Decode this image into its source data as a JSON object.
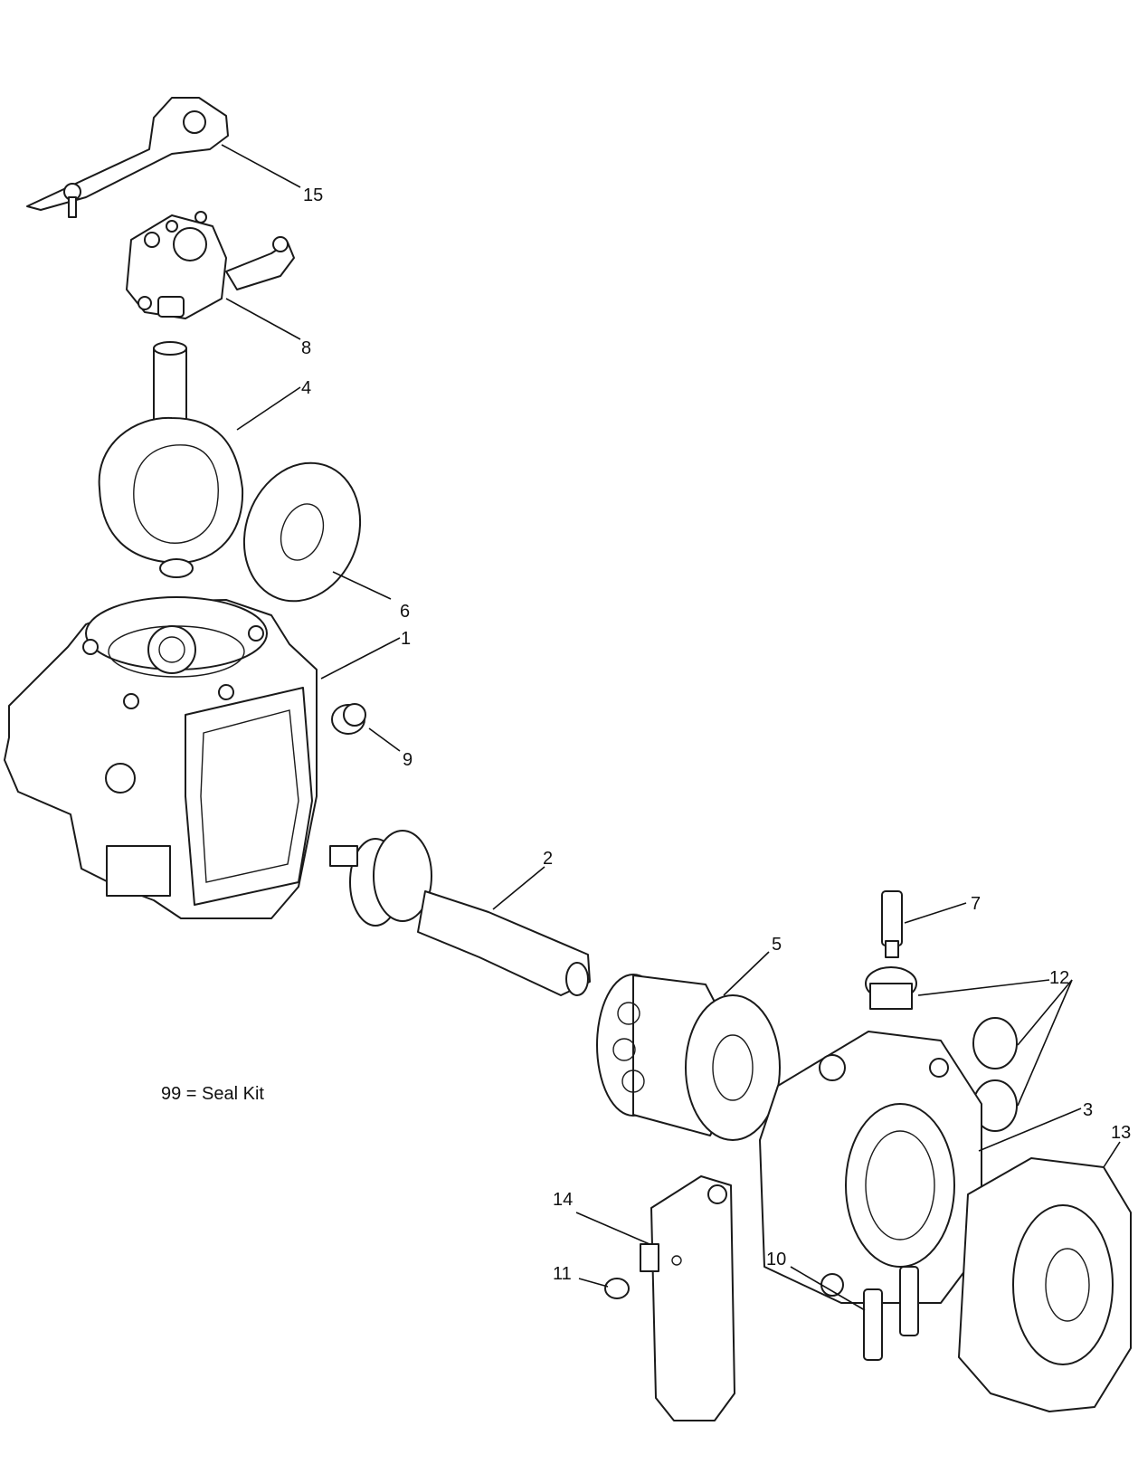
{
  "callouts": {
    "c1": "1",
    "c2": "2",
    "c3": "3",
    "c4": "4",
    "c5": "5",
    "c6": "6",
    "c7": "7",
    "c8": "8",
    "c9": "9",
    "c10": "10",
    "c11": "11",
    "c12": "12",
    "c13": "13",
    "c14": "14",
    "c15": "15"
  },
  "note": "99 = Seal Kit",
  "colors": {
    "line": "#1a1a1a",
    "background": "#ffffff"
  }
}
